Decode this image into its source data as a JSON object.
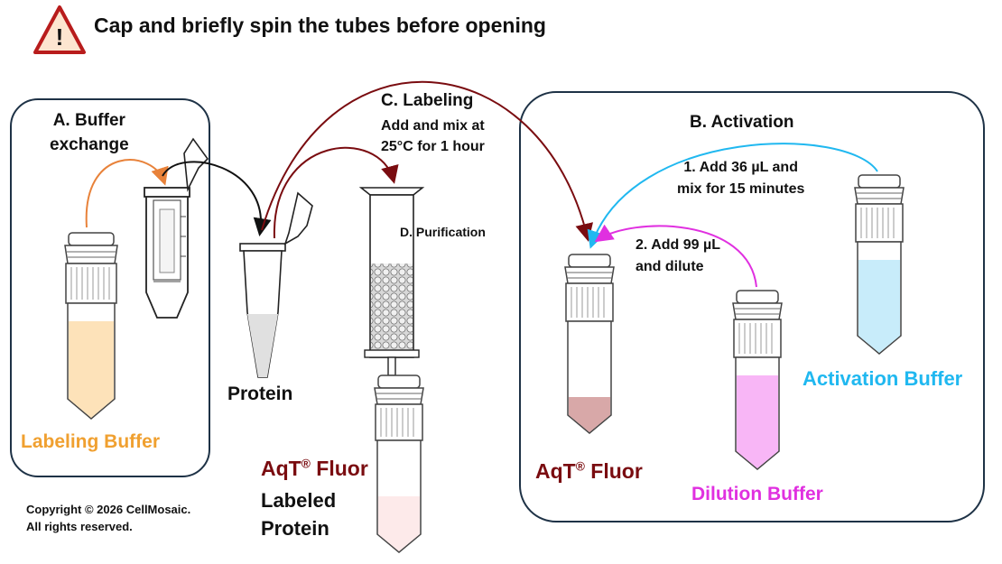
{
  "header": {
    "warning_text": "Cap and briefly spin the tubes before opening"
  },
  "panel_a": {
    "title_line1": "A. Buffer",
    "title_line2": "exchange",
    "tube_label": "Labeling Buffer"
  },
  "panel_c": {
    "title": "C. Labeling",
    "body_line1": "Add and mix at",
    "body_line2": "25°C for 1 hour"
  },
  "panel_d": {
    "title": "D. Purification"
  },
  "protein": {
    "label": "Protein"
  },
  "product": {
    "aqt_label": "AqT",
    "aqt_reg": "®",
    "aqt_suffix": " Fluor",
    "line2": "Labeled",
    "line3": "Protein"
  },
  "panel_b": {
    "title": "B. Activation",
    "step1_line1": "1. Add 36 µL and",
    "step1_line2": "mix for 15 minutes",
    "step2_line1": "2. Add 99 µL",
    "step2_line2": "and dilute",
    "aqt_label": "AqT",
    "aqt_reg": "®",
    "aqt_suffix": " Fluor",
    "dilution_label": "Dilution Buffer",
    "activation_label": "Activation Buffer"
  },
  "footer": {
    "copyright_line1": "Copyright © 2026 CellMosaic.",
    "copyright_line2": "All rights reserved."
  },
  "colors": {
    "orange": "#f0a030",
    "maroon": "#7a0c10",
    "magenta": "#e030e0",
    "cyan": "#20b8f0",
    "panel_border": "#1e3246"
  }
}
